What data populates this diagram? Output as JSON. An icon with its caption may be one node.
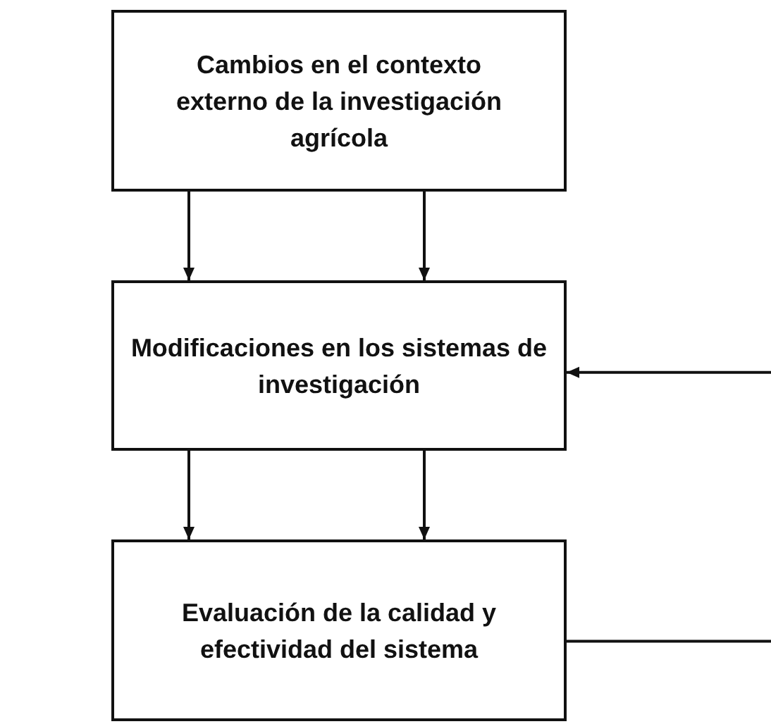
{
  "diagram": {
    "nodes": [
      {
        "text": [
          "Cambios en el contexto externo de la investigación agrícola"
        ]
      },
      {
        "text": [
          "Modificaciones en los sistemas de investigación"
        ]
      },
      {
        "text": [
          "Evaluación de la calidad y efectividad del sistema"
        ]
      }
    ],
    "edges": [
      {
        "from": 0,
        "to": 1,
        "arrow": "to"
      },
      {
        "from": 0,
        "to": 1,
        "arrow": "to"
      },
      {
        "from": 1,
        "to": 2,
        "arrow": "to"
      },
      {
        "from": 1,
        "to": 2,
        "arrow": "to"
      },
      {
        "from": null,
        "to": 1,
        "arrow": "to"
      },
      {
        "from": 2,
        "to": null,
        "arrow": "none"
      }
    ]
  }
}
